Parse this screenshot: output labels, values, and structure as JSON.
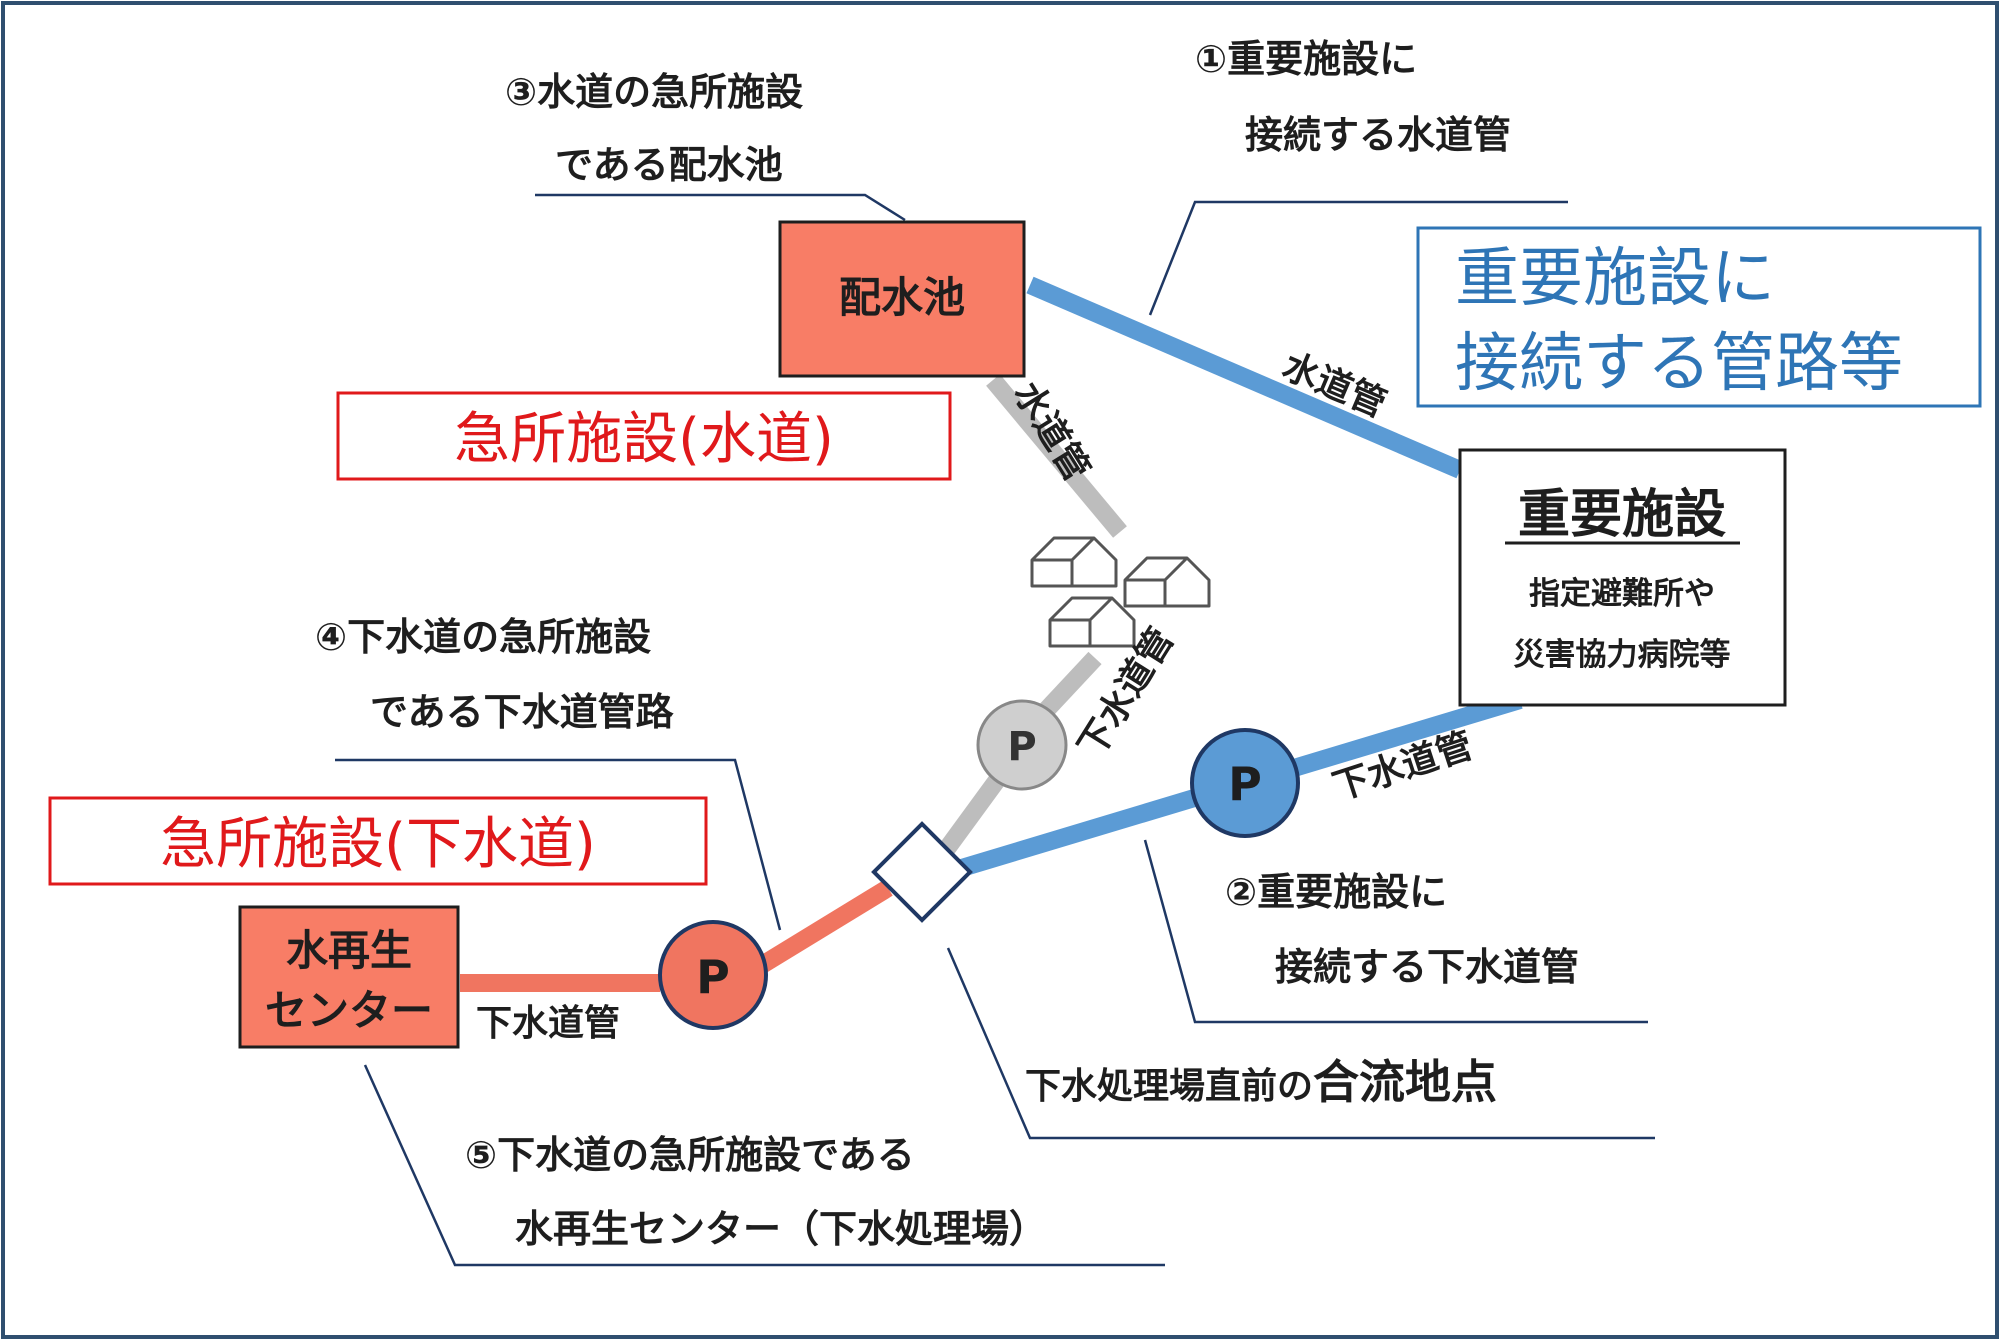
{
  "colors": {
    "water_pipe": "#5b9bd5",
    "sewer_emergency": "#f07560",
    "existing_pipe": "#bdbdbd",
    "facility_box": "#f87d66",
    "red_text": "#e0191b",
    "blue_text": "#2e75b6",
    "frame": "#2f4f6f"
  },
  "labels": {
    "l1": [
      "①重要施設に",
      "接続する水道管"
    ],
    "l2": [
      "②重要施設に",
      "接続する下水道管"
    ],
    "l3": [
      "③水道の急所施設",
      "である配水池"
    ],
    "l4": [
      "④下水道の急所施設",
      "である下水道管路"
    ],
    "l5": [
      "⑤下水道の急所施設である",
      "水再生センター（下水処理場）"
    ],
    "junction_prefix": "下水処理場直前の",
    "junction_main": "合流地点"
  },
  "boxes": {
    "reservoir": "配水池",
    "important_title": "重要施設",
    "important_sub": [
      "指定避難所や",
      "災害協力病院等"
    ],
    "recycle": [
      "水再生",
      "センター"
    ],
    "water_key": "急所施設(水道)",
    "sewer_key": "急所施設(下水道)",
    "important_pipes": [
      "重要施設に",
      "接続する管路等"
    ]
  },
  "pipes": {
    "water_blue": "水道管",
    "water_gray": "水道管",
    "sewer_gray": "下水道管",
    "sewer_blue": "下水道管",
    "sewer_red": "下水道管"
  },
  "pump_letter": "P"
}
